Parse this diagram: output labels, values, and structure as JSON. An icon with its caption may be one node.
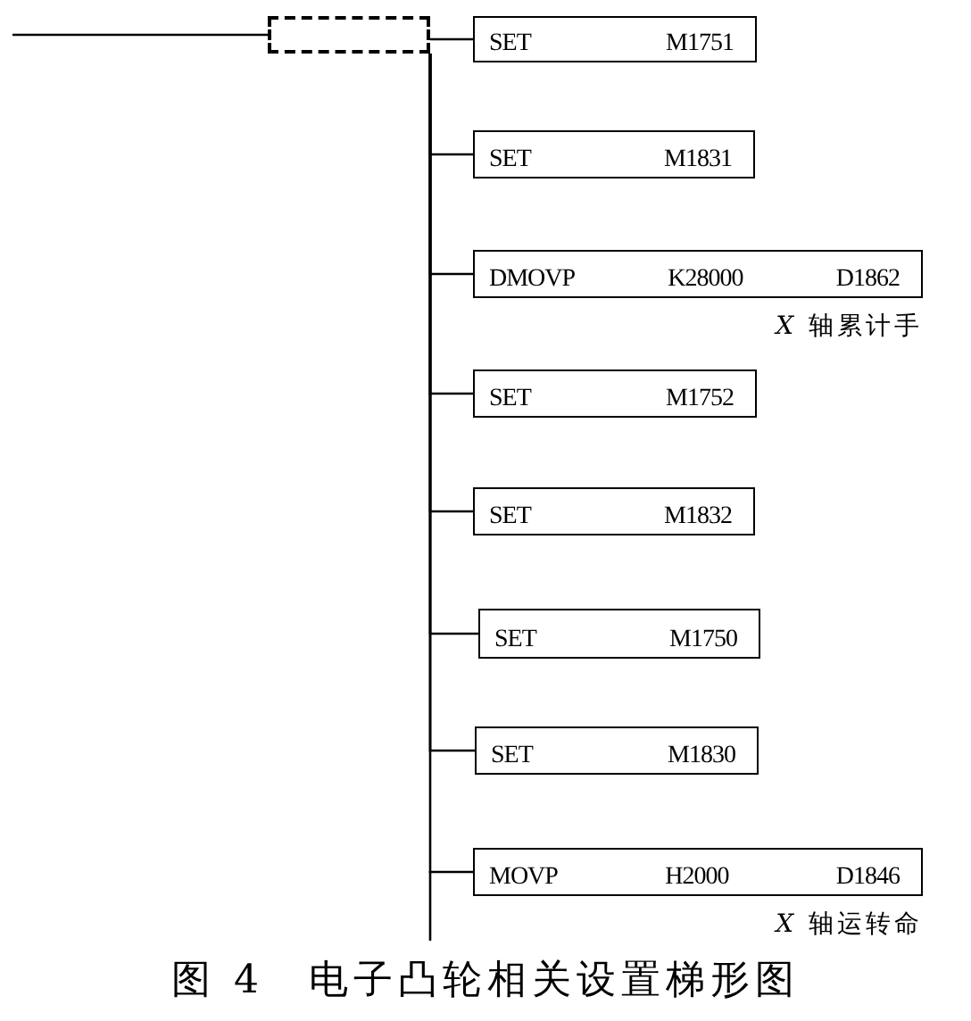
{
  "diagram": {
    "caption": "图 4　电子凸轮相关设置梯形图",
    "nodes": [
      {
        "text": [],
        "shape": "box"
      },
      {
        "text": [
          "SET",
          "M1751"
        ]
      },
      {
        "text": [
          "SET",
          "M1831"
        ]
      },
      {
        "text": [
          "DMOVP",
          "K28000",
          "D1862"
        ],
        "beside": [
          "*X* 轴累计手"
        ]
      },
      {
        "text": [
          "SET",
          "M1752"
        ]
      },
      {
        "text": [
          "SET",
          "M1832"
        ]
      },
      {
        "text": [
          "SET",
          "M1750"
        ]
      },
      {
        "text": [
          "SET",
          "M1830"
        ]
      },
      {
        "text": [
          "MOVP",
          "H2000",
          "D1846"
        ],
        "beside": [
          "*X* 轴运转命"
        ]
      }
    ],
    "edges": [
      {
        "from": null,
        "to": 0,
        "arrow": "none"
      },
      {
        "from": 0,
        "to": 1,
        "arrow": "none"
      },
      {
        "from": 0,
        "to": 2,
        "arrow": "none"
      },
      {
        "from": 0,
        "to": 3,
        "arrow": "none"
      },
      {
        "from": 0,
        "to": 4,
        "arrow": "none"
      },
      {
        "from": 0,
        "to": 5,
        "arrow": "none"
      },
      {
        "from": 0,
        "to": 6,
        "arrow": "none"
      },
      {
        "from": 0,
        "to": 7,
        "arrow": "none"
      },
      {
        "from": 0,
        "to": 8,
        "arrow": "none"
      }
    ]
  }
}
